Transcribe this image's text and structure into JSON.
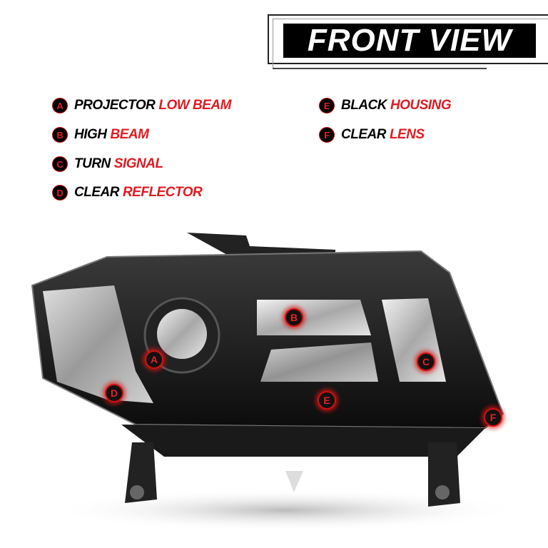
{
  "title": "FRONT VIEW",
  "legend": [
    {
      "letter": "A",
      "black": "PROJECTOR",
      "red": "LOW BEAM"
    },
    {
      "letter": "B",
      "black": "HIGH",
      "red": "BEAM"
    },
    {
      "letter": "C",
      "black": "TURN",
      "red": "SIGNAL"
    },
    {
      "letter": "D",
      "black": "CLEAR",
      "red": "REFLECTOR"
    },
    {
      "letter": "E",
      "black": "BLACK",
      "red": "HOUSING"
    },
    {
      "letter": "F",
      "black": "CLEAR",
      "red": "LENS"
    }
  ],
  "colors": {
    "accent": "#e01b22",
    "housing": "#111111"
  }
}
